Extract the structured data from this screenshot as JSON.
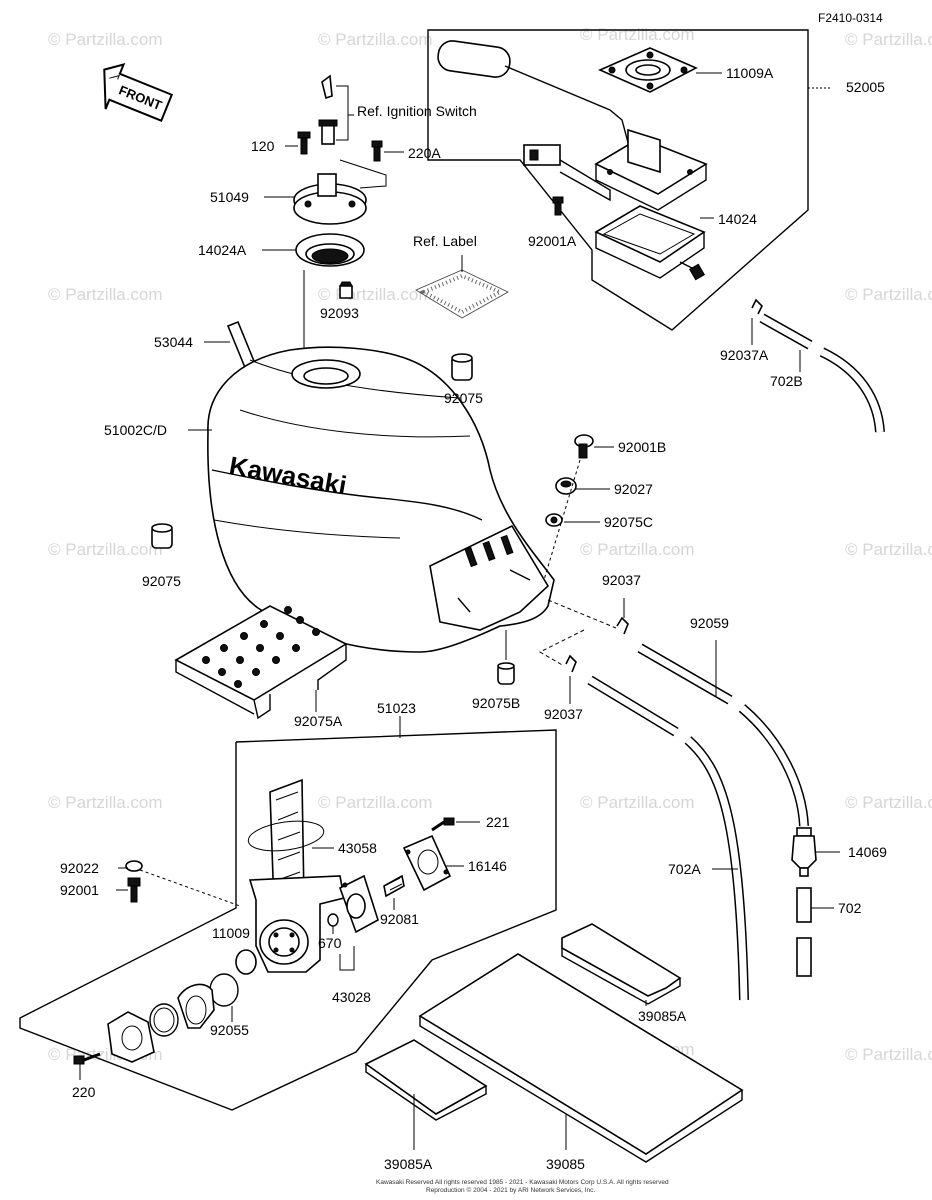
{
  "figure_code": "F2410-0314",
  "front_label": "FRONT",
  "brand_text": "Kawasaki",
  "watermark": "© Partzilla.com",
  "annotations": {
    "ignition_switch": "Ref. Ignition Switch",
    "label": "Ref. Label"
  },
  "parts": {
    "p11009A": "11009A",
    "p52005": "52005",
    "p120": "120",
    "p220A": "220A",
    "p51049": "51049",
    "p14024": "14024",
    "p14024A": "14024A",
    "p92001A": "92001A",
    "p92093": "92093",
    "p53044": "53044",
    "p92037A": "92037A",
    "p702B": "702B",
    "p92075_top": "92075",
    "p51002CD": "51002C/D",
    "p92001B": "92001B",
    "p92027": "92027",
    "p92075C": "92075C",
    "p92075_left": "92075",
    "p92037_top": "92037",
    "p92059": "92059",
    "p92075A": "92075A",
    "p51023": "51023",
    "p92075B": "92075B",
    "p92037_bottom": "92037",
    "p221": "221",
    "p43058": "43058",
    "p16146": "16146",
    "p92022": "92022",
    "p92001": "92001",
    "p14069": "14069",
    "p702A": "702A",
    "p92081": "92081",
    "p11009": "11009",
    "p670": "670",
    "p702": "702",
    "p92055": "92055",
    "p43028": "43028",
    "p39085A_right": "39085A",
    "p220": "220",
    "p39085A_left": "39085A",
    "p39085": "39085"
  },
  "copyright_lines": [
    "Kawasaki Reserved All rights reserved 1985 - 2021 - Kawasaki Motors Corp U.S.A. All rights reserved",
    "Reproduction © 2004 - 2021 by ARI Network Services, Inc."
  ]
}
